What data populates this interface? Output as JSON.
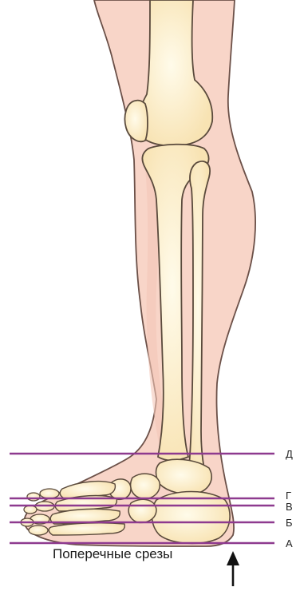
{
  "figure": {
    "caption": "Поперечные срезы",
    "section_lines": [
      {
        "label": "Д"
      },
      {
        "label": "Г"
      },
      {
        "label": "В"
      },
      {
        "label": "Б"
      },
      {
        "label": "А"
      }
    ]
  },
  "colors": {
    "skin": "#F8D5C8",
    "skin_outline": "#6B5048",
    "bone": "#FBEBC4",
    "bone_outline": "#5A4A3C",
    "section_line": "#8E3A8F",
    "arrow": "#111111"
  }
}
